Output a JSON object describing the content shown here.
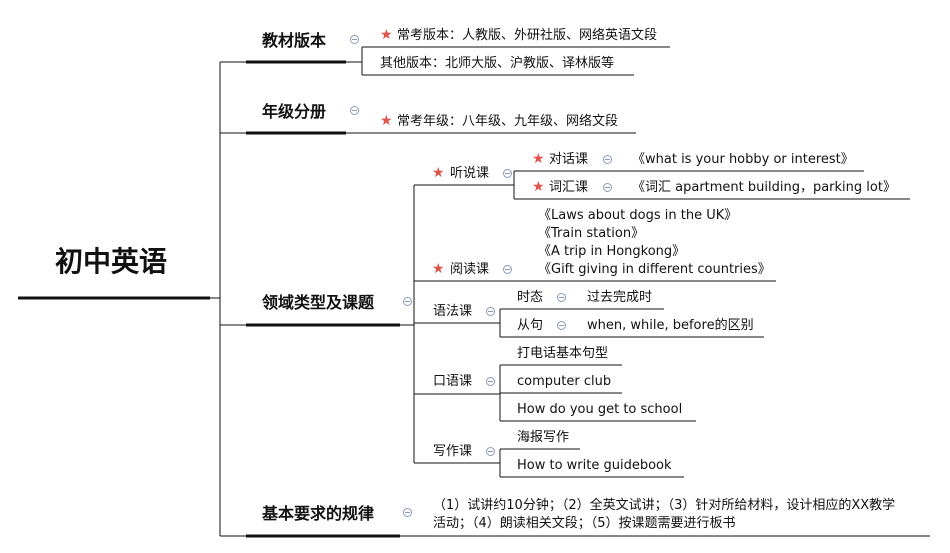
{
  "root": "初中英语",
  "textbook": {
    "title": "教材版本",
    "common": "常考版本：人教版、外研社版、网络英语文段",
    "other": "其他版本：北师大版、沪教版、译林版等"
  },
  "grade": {
    "title": "年级分册",
    "common": "常考年级：八年级、九年级、网络文段"
  },
  "domain": {
    "title": "领域类型及课题",
    "listening": {
      "label": "听说课",
      "dialogue": {
        "label": "对话课",
        "topic": "《what is your hobby or interest》"
      },
      "vocab": {
        "label": "词汇课",
        "topic": "《词汇 apartment building，parking lot》"
      }
    },
    "reading": {
      "label": "阅读课",
      "topics": [
        "《Laws about dogs in the UK》",
        "《Train station》",
        "《A trip in Hongkong》",
        "《Gift giving in different countries》"
      ]
    },
    "grammar": {
      "label": "语法课",
      "tense": {
        "label": "时态",
        "topic": "过去完成时"
      },
      "clause": {
        "label": "从句",
        "topic": "when, while, before的区别"
      }
    },
    "speaking": {
      "label": "口语课",
      "items": [
        "打电话基本句型",
        "computer club",
        "How do you get to school"
      ]
    },
    "writing": {
      "label": "写作课",
      "items": [
        "海报写作",
        "How to write guidebook"
      ]
    }
  },
  "rules": {
    "title": "基本要求的规律",
    "line1": "（1）试讲约10分钟；（2）全英文试讲；（3）针对所给材料，设计相应的XX教学",
    "line2": "活动；（4）朗读相关文段；（5）按课题需要进行板书"
  },
  "colors": {
    "star": "#e0524a",
    "line": "#000000",
    "collapse": "#8a9ab5"
  }
}
